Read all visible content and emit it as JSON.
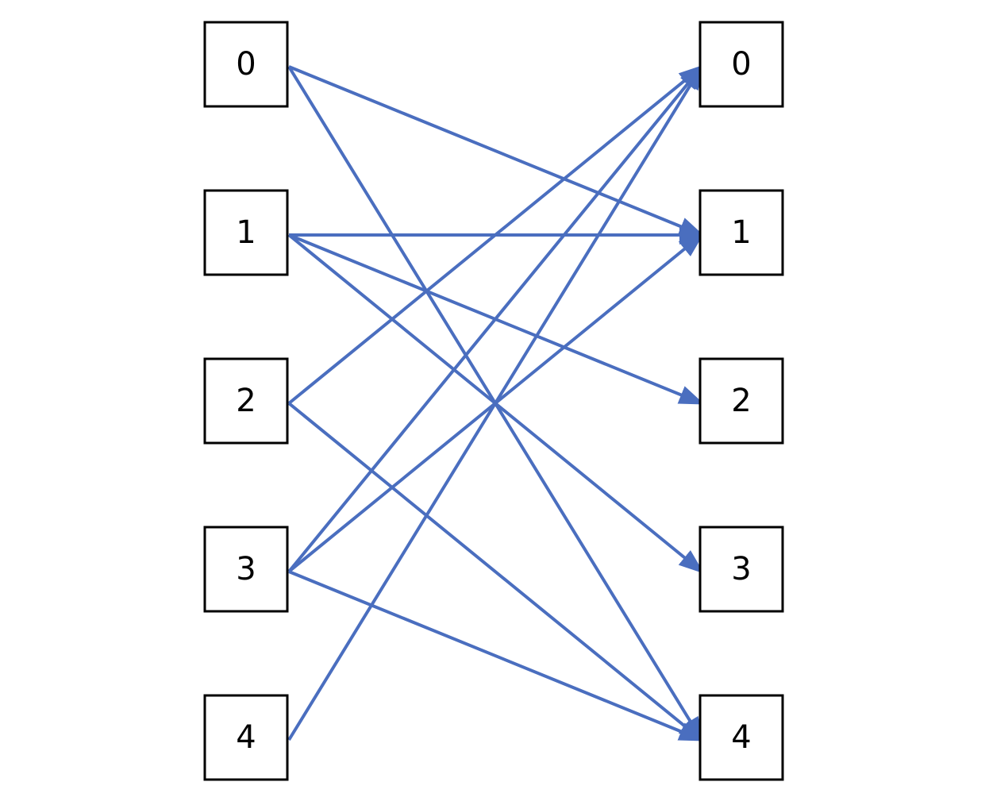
{
  "diagram": {
    "type": "bipartite-mapping",
    "edge_color": "#4a6ebf",
    "box_color": "#000000",
    "left_nodes": [
      {
        "id": "L0",
        "label": "0"
      },
      {
        "id": "L1",
        "label": "1"
      },
      {
        "id": "L2",
        "label": "2"
      },
      {
        "id": "L3",
        "label": "3"
      },
      {
        "id": "L4",
        "label": "4"
      }
    ],
    "right_nodes": [
      {
        "id": "R0",
        "label": "0"
      },
      {
        "id": "R1",
        "label": "1"
      },
      {
        "id": "R2",
        "label": "2"
      },
      {
        "id": "R3",
        "label": "3"
      },
      {
        "id": "R4",
        "label": "4"
      }
    ],
    "edges": [
      {
        "from": 0,
        "to": 1
      },
      {
        "from": 0,
        "to": 4
      },
      {
        "from": 1,
        "to": 1
      },
      {
        "from": 1,
        "to": 2
      },
      {
        "from": 1,
        "to": 3
      },
      {
        "from": 2,
        "to": 0
      },
      {
        "from": 2,
        "to": 4
      },
      {
        "from": 3,
        "to": 0
      },
      {
        "from": 3,
        "to": 1
      },
      {
        "from": 3,
        "to": 4
      },
      {
        "from": 4,
        "to": 0
      }
    ]
  }
}
